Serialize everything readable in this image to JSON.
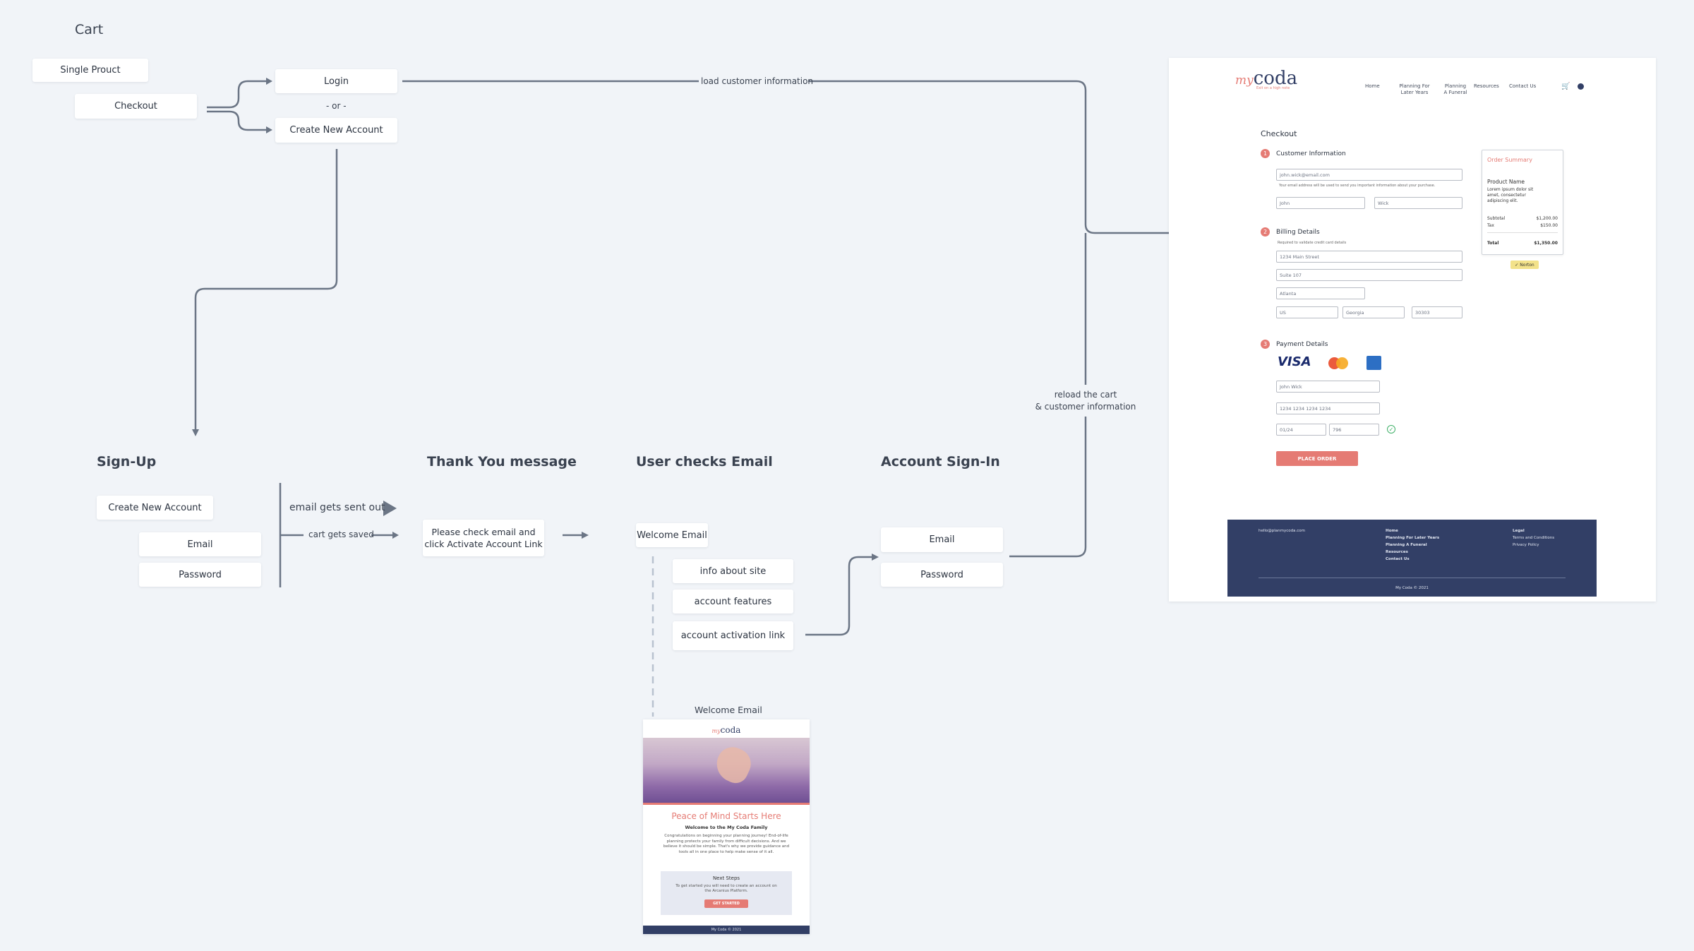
{
  "cart": {
    "heading": "Cart",
    "single_product": "Single Prouct",
    "checkout": "Checkout",
    "login": "Login",
    "or": "- or -",
    "create_new_account": "Create New Account",
    "load_customer_info": "load customer information"
  },
  "signup": {
    "heading": "Sign-Up",
    "create_new_account": "Create New Account",
    "email": "Email",
    "password": "Password",
    "email_sent": "email gets sent out",
    "cart_saved": "cart gets saved"
  },
  "thank_you": {
    "heading": "Thank You message",
    "message_line1": "Please check email and",
    "message_line2": "click Activate Account Link"
  },
  "user_checks_email": {
    "heading": "User checks Email",
    "welcome_email": "Welcome Email",
    "items": [
      "info about site",
      "account features",
      "account activation link"
    ]
  },
  "account_signin": {
    "heading": "Account Sign-In",
    "email": "Email",
    "password": "Password",
    "reload_line1": "reload the cart",
    "reload_line2": "& customer information"
  },
  "checkout_page": {
    "logo_my": "my",
    "logo_coda": "coda",
    "logo_tagline": "Exit on a high note",
    "nav": [
      "Home",
      "Planning For\nLater Years",
      "Planning\nA Funeral",
      "Resources",
      "Contact Us"
    ],
    "title": "Checkout",
    "step1": "1",
    "step2": "2",
    "step3": "3",
    "customer_information": "Customer Information",
    "email_value": "john.wick@email.com",
    "email_note": "Your email address will be used to send you important information about your purchase.",
    "first_name": "John",
    "last_name": "Wick",
    "billing_details": "Billing Details",
    "billing_note": "Required to validate credit card details",
    "address1": "1234 Main Street",
    "address2": "Suite 107",
    "city": "Atlanta",
    "country": "US",
    "state": "Georgia",
    "zip": "30303",
    "payment_details": "Payment Details",
    "card_visa": "VISA",
    "card_name": "John Wick",
    "card_number": "1234 1234 1234 1234",
    "card_exp": "01/24",
    "card_cvc": "796",
    "place_order": "PLACE ORDER",
    "order_summary": "Order Summary",
    "product_name": "Product Name",
    "product_desc": "Lorem ipsum dolor sit amet, consectetur adipiscing elit.",
    "subtotal_label": "Subtotal",
    "subtotal_value": "$1,200.00",
    "tax_label": "Tax",
    "tax_value": "$150.00",
    "total_label": "Total",
    "total_value": "$1,350.00",
    "norton": "Norton",
    "footer_email": "hello@planmycoda.com",
    "footer_links": [
      "Home",
      "Planning For Later Years",
      "Planning A Funeral",
      "Resources",
      "Contact Us"
    ],
    "footer_legal": "Legal",
    "footer_legal_links": [
      "Terms and Conditions",
      "Privacy Policy"
    ],
    "footer_copy": "My Coda © 2021"
  },
  "welcome_email_mock": {
    "caption": "Welcome Email",
    "logo_my": "my",
    "logo_coda": "coda",
    "headline": "Peace of Mind Starts Here",
    "subhead": "Welcome to the My Coda Family",
    "body": "Congratulations on beginning your planning journey! End-of-life planning protects your family from difficult decisions. And we believe it should be simple. That's why we provide guidance and tools all in one place to help make sense of it all.",
    "next_steps": "Next Steps",
    "next_body": "To get started you will need to create an account on the Arcanius Platform.",
    "get_started": "GET STARTED",
    "footer": "My Coda © 2021"
  },
  "colors": {
    "accent": "#e57b74",
    "navy": "#323f66",
    "line": "#6b7585",
    "background": "#f1f4f8"
  }
}
